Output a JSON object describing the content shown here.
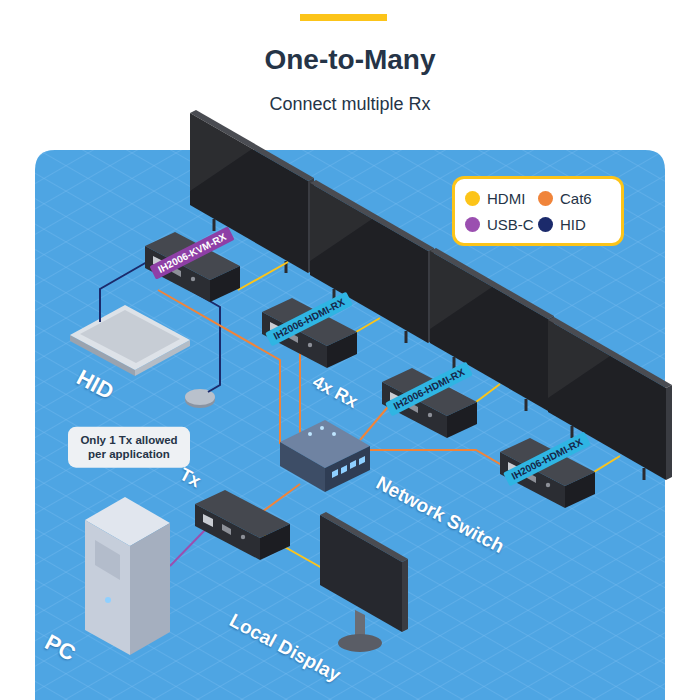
{
  "diagram": {
    "title": "One-to-Many",
    "caption": "Connect multiple Rx",
    "nodes": [
      {
        "text": [
          "IH2006-KVM-RX"
        ]
      },
      {
        "text": [
          "IH2006-HDMI-RX"
        ]
      },
      {
        "text": [
          "IH2006-HDMI-RX"
        ]
      },
      {
        "text": [
          "IH2006-HDMI-RX"
        ]
      },
      {
        "text": [
          "Only 1 Tx allowed per application"
        ]
      }
    ],
    "labels": [
      "HID",
      "4x Rx",
      "Tx",
      "Network Switch",
      "Local Display",
      "PC"
    ],
    "legend": [
      {
        "text": "HDMI",
        "color": "#fcc419"
      },
      {
        "text": "Cat6",
        "color": "#f0843a"
      },
      {
        "text": "USB-C",
        "color": "#9b4fb0"
      },
      {
        "text": "HID",
        "color": "#1b2a6b"
      }
    ]
  }
}
